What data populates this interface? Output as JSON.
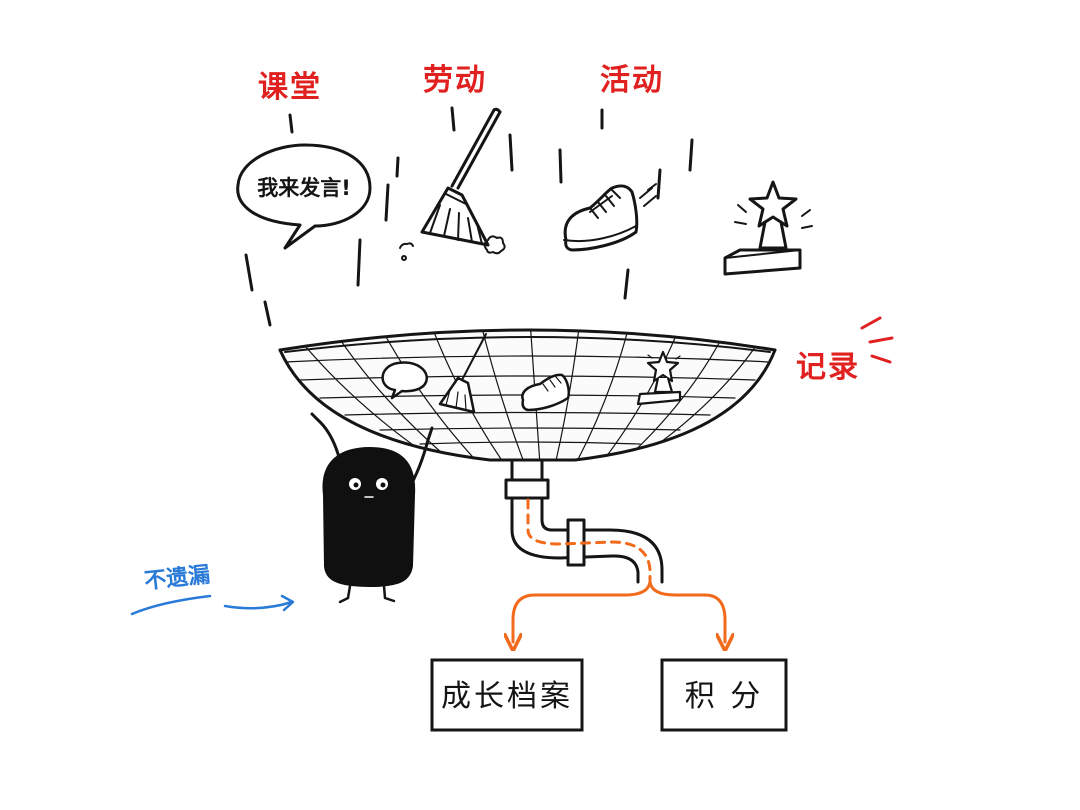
{
  "categories": {
    "classroom": "课堂",
    "labor": "劳动",
    "activity": "活动"
  },
  "speech_bubble": "我来发言!",
  "record_label": "记录",
  "no_miss_label": "不遗漏",
  "outputs": {
    "growth_file": "成长档案",
    "points": "积 分"
  },
  "icons": [
    "speech-bubble-icon",
    "broom-icon",
    "sneaker-icon",
    "trophy-icon",
    "funnel-net",
    "pipe",
    "character"
  ],
  "colors": {
    "ink": "#151515",
    "category_red": "#e0211f",
    "annotation_blue": "#2a7bd8",
    "arrow_orange": "#f26a1b"
  }
}
